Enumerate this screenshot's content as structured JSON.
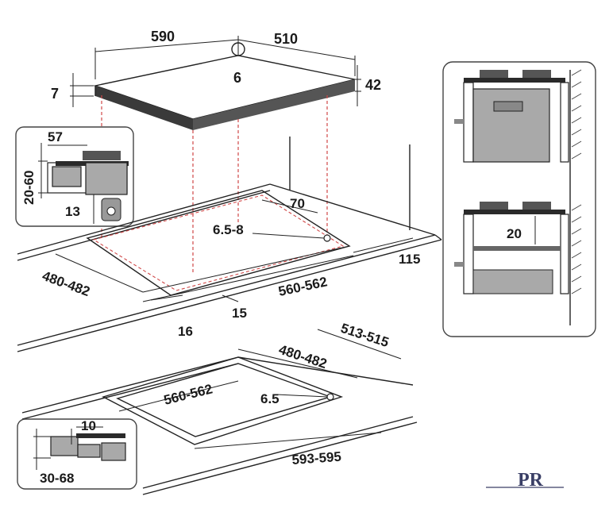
{
  "top_hob": {
    "width": "590",
    "depth": "510",
    "center": "6",
    "thickness": "7",
    "height": "42"
  },
  "side_detail": {
    "offset": "57",
    "worktop": "20-60",
    "gap": "13"
  },
  "cutout_upper": {
    "rear": "70",
    "screw": "6.5-8",
    "depth": "480-482",
    "width": "560-562",
    "right_margin": "115",
    "front_margin": "15",
    "front": "16"
  },
  "cutout_lower": {
    "outer_depth": "513-515",
    "inner_depth": "480-482",
    "inner_width": "560-562",
    "screw": "6.5",
    "outer_width": "593-595"
  },
  "flush_detail": {
    "rebate": "10",
    "worktop": "30-68"
  },
  "cabinet_detail": {
    "spacing": "20"
  },
  "logo": {
    "text": "PR"
  }
}
